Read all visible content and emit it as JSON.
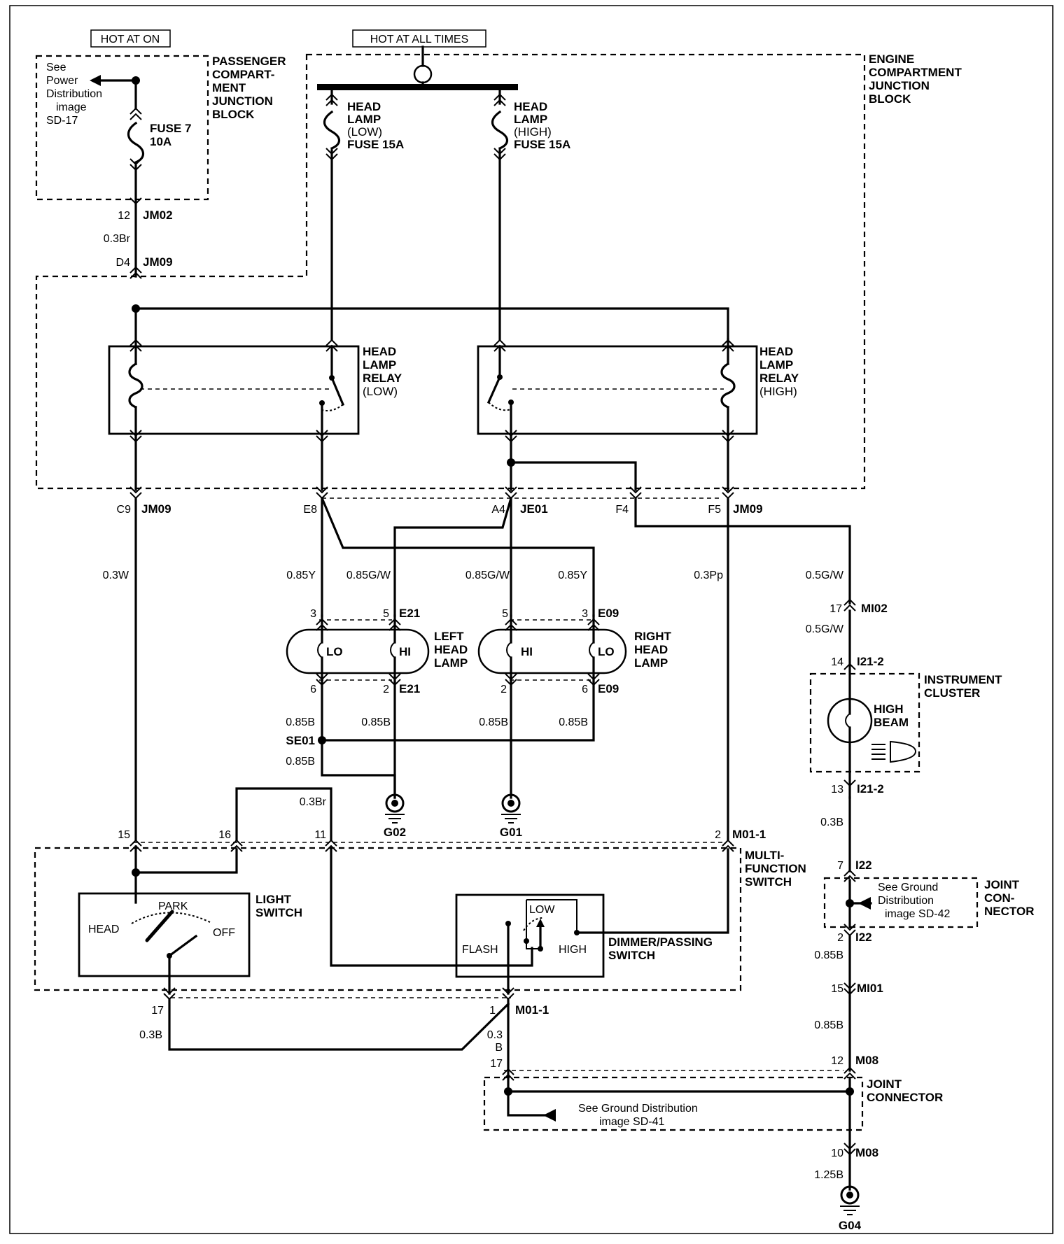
{
  "headers": {
    "hot_at_on": "HOT AT ON",
    "hot_at_all_times": "HOT AT ALL TIMES"
  },
  "blocks": {
    "passenger": "PASSENGER COMPART- MENT JUNCTION BLOCK",
    "engine": "ENGINE COMPARTMENT JUNCTION BLOCK",
    "multi_function": "MULTI- FUNCTION SWITCH",
    "instrument_cluster": "INSTRUMENT CLUSTER",
    "joint_connector_i22": "JOINT CON- NECTOR",
    "joint_connector_m08": "JOINT CONNECTOR"
  },
  "refs": {
    "power": "See Power Distribution image SD-17",
    "ground_sd42": "See Ground Distribution image SD-42",
    "ground_sd41": "See Ground Distribution image SD-41"
  },
  "fuses": {
    "fuse7": "FUSE 7 10A",
    "low": "HEAD LAMP (LOW) FUSE 15A",
    "high": "HEAD LAMP (HIGH) FUSE 15A"
  },
  "relays": {
    "low": "HEAD LAMP RELAY (LOW)",
    "high": "HEAD LAMP RELAY (HIGH)"
  },
  "lamps": {
    "left": "LEFT HEAD LAMP",
    "right": "RIGHT HEAD LAMP",
    "lo": "LO",
    "hi": "HI",
    "high_beam": "HIGH BEAM"
  },
  "switches": {
    "light_switch": "LIGHT SWITCH",
    "head": "HEAD",
    "park": "PARK",
    "off": "OFF",
    "dimmer": "DIMMER/PASSING SWITCH",
    "flash": "FLASH",
    "low": "LOW",
    "high": "HIGH"
  },
  "connectors": {
    "jm02": "JM02",
    "jm09": "JM09",
    "je01": "JE01",
    "e21": "E21",
    "e09": "E09",
    "mi02": "MI02",
    "i21_2": "I21-2",
    "m01_1": "M01-1",
    "i22": "I22",
    "mi01": "MI01",
    "m08": "M08"
  },
  "pins": [
    "12",
    "D4",
    "C9",
    "E8",
    "A4",
    "F4",
    "F5",
    "3",
    "5",
    "3",
    "5",
    "6",
    "2",
    "2",
    "6",
    "17",
    "14",
    "13",
    "15",
    "16",
    "11",
    "2",
    "7",
    "2",
    "15",
    "17",
    "1",
    "17",
    "12",
    "10"
  ],
  "wires": [
    "0.3Br",
    "0.3W",
    "0.85Y",
    "0.85G/W",
    "0.85G/W",
    "0.85Y",
    "0.3Pp",
    "0.5G/W",
    "0.5G/W",
    "0.85B",
    "0.85B",
    "0.85B",
    "0.85B",
    "0.85B",
    "0.3Br",
    "0.3B",
    "0.85B",
    "0.85B",
    "0.3B",
    "0.3",
    "B",
    "1.25B"
  ],
  "splices": {
    "se01": "SE01"
  },
  "grounds": {
    "g02": "G02",
    "g01": "G01",
    "g04": "G04"
  }
}
